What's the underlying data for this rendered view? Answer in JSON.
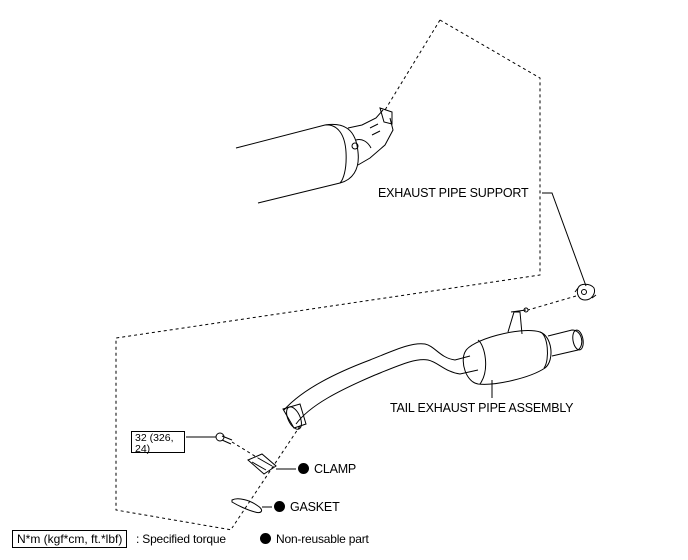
{
  "labels": {
    "exhaust_pipe_support": "EXHAUST PIPE SUPPORT",
    "tail_exhaust_pipe_assembly": "TAIL EXHAUST PIPE ASSEMBLY",
    "clamp": "CLAMP",
    "gasket": "GASKET"
  },
  "torque": {
    "value_line1": "32 (326,",
    "value_line2": "24)"
  },
  "legend": {
    "torque_unit_box": "N*m (kgf*cm, ft.*lbf)",
    "torque_text": ": Specified torque",
    "nonreusable_text": "Non-reusable part"
  },
  "colors": {
    "line": "#000000",
    "background": "#ffffff"
  }
}
